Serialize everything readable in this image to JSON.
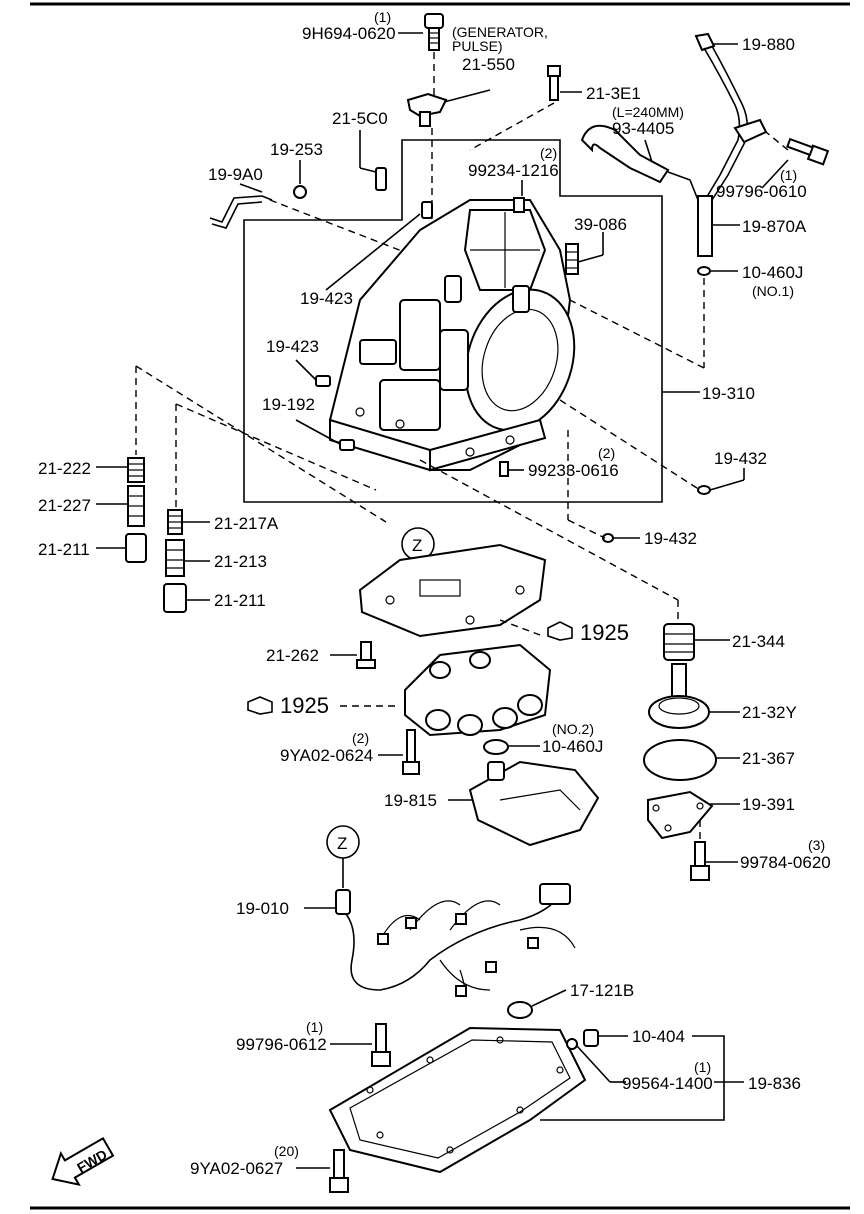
{
  "labels": {
    "p_9h694_qty": "(1)",
    "p_9h694": "9H694-0620",
    "p_generator": "(GENERATOR,",
    "p_pulse": "PULSE)",
    "p_21_550": "21-550",
    "p_21_3e1": "21-3E1",
    "p_len": "(L=240MM)",
    "p_93_4405": "93-4405",
    "p_19_880": "19-880",
    "p_21_5c0": "21-5C0",
    "p_19_253": "19-253",
    "p_19_9a0": "19-9A0",
    "p_99234_qty": "(2)",
    "p_99234": "99234-1216",
    "p_99796_0610_qty": "(1)",
    "p_99796_0610": "99796-0610",
    "p_39_086": "39-086",
    "p_19_870a": "19-870A",
    "p_10_460j_a": "10-460J",
    "p_no1": "(NO.1)",
    "p_19_423_a": "19-423",
    "p_19_423_b": "19-423",
    "p_19_192": "19-192",
    "p_19_310": "19-310",
    "p_99233_qty": "(2)",
    "p_99233": "99233-0616",
    "p_19_432_a": "19-432",
    "p_19_432_b": "19-432",
    "p_21_222": "21-222",
    "p_21_227": "21-227",
    "p_21_211_a": "21-211",
    "p_21_217a": "21-217A",
    "p_21_213": "21-213",
    "p_21_211_b": "21-211",
    "p_z_top": "Z",
    "p_1925_a": "1925",
    "p_21_344": "21-344",
    "p_21_262": "21-262",
    "p_1925_b": "1925",
    "p_21_32y": "21-32Y",
    "p_9ya02_0624_qty": "(2)",
    "p_9ya02_0624": "9YA02-0624",
    "p_no2": "(NO.2)",
    "p_10_460j_b": "10-460J",
    "p_21_367": "21-367",
    "p_19_815": "19-815",
    "p_19_391": "19-391",
    "p_99784_qty": "(3)",
    "p_99784": "99784-0620",
    "p_z_bottom": "Z",
    "p_19_010": "19-010",
    "p_17_121b": "17-121B",
    "p_99796_0612_qty": "(1)",
    "p_99796_0612": "99796-0612",
    "p_10_404": "10-404",
    "p_99564_qty": "(1)",
    "p_99564": "99564-1400",
    "p_19_836": "19-836",
    "p_9ya02_0627_qty": "(20)",
    "p_9ya02_0627": "9YA02-0627",
    "p_fwd": "FWD"
  }
}
